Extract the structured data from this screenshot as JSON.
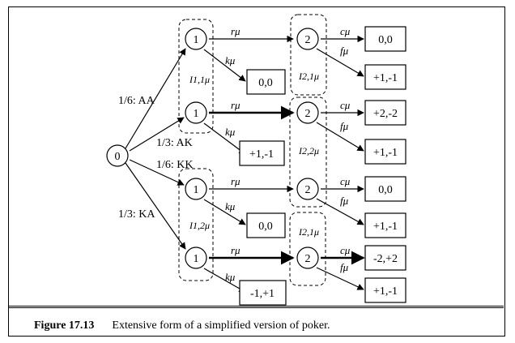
{
  "figure": {
    "number": "Figure 17.13",
    "caption": "Extensive form of a simplified version of poker."
  },
  "nodes": {
    "chance": "0",
    "player1": [
      "1",
      "1",
      "1",
      "1"
    ],
    "player2": [
      "2",
      "2",
      "2",
      "2"
    ]
  },
  "chance_moves": [
    "1/6: AA",
    "1/3: AK",
    "1/6: KK",
    "1/3: KA"
  ],
  "actions": {
    "raise": "rμ",
    "check": "kμ",
    "call": "cμ",
    "fold": "fμ"
  },
  "information_sets": {
    "p1_first": "I1,1μ",
    "p1_second": "I1,2μ",
    "p2_first": "I2,1μ",
    "p2_second": "I2,2μ",
    "p2_third": "I2,1μ"
  },
  "payoffs": {
    "check": [
      "0,0",
      "+1,-1",
      "0,0",
      "-1,+1"
    ],
    "call": [
      "0,0",
      "+2,-2",
      "0,0",
      "-2,+2"
    ],
    "fold": [
      "+1,-1",
      "+1,-1",
      "+1,-1",
      "+1,-1"
    ]
  }
}
